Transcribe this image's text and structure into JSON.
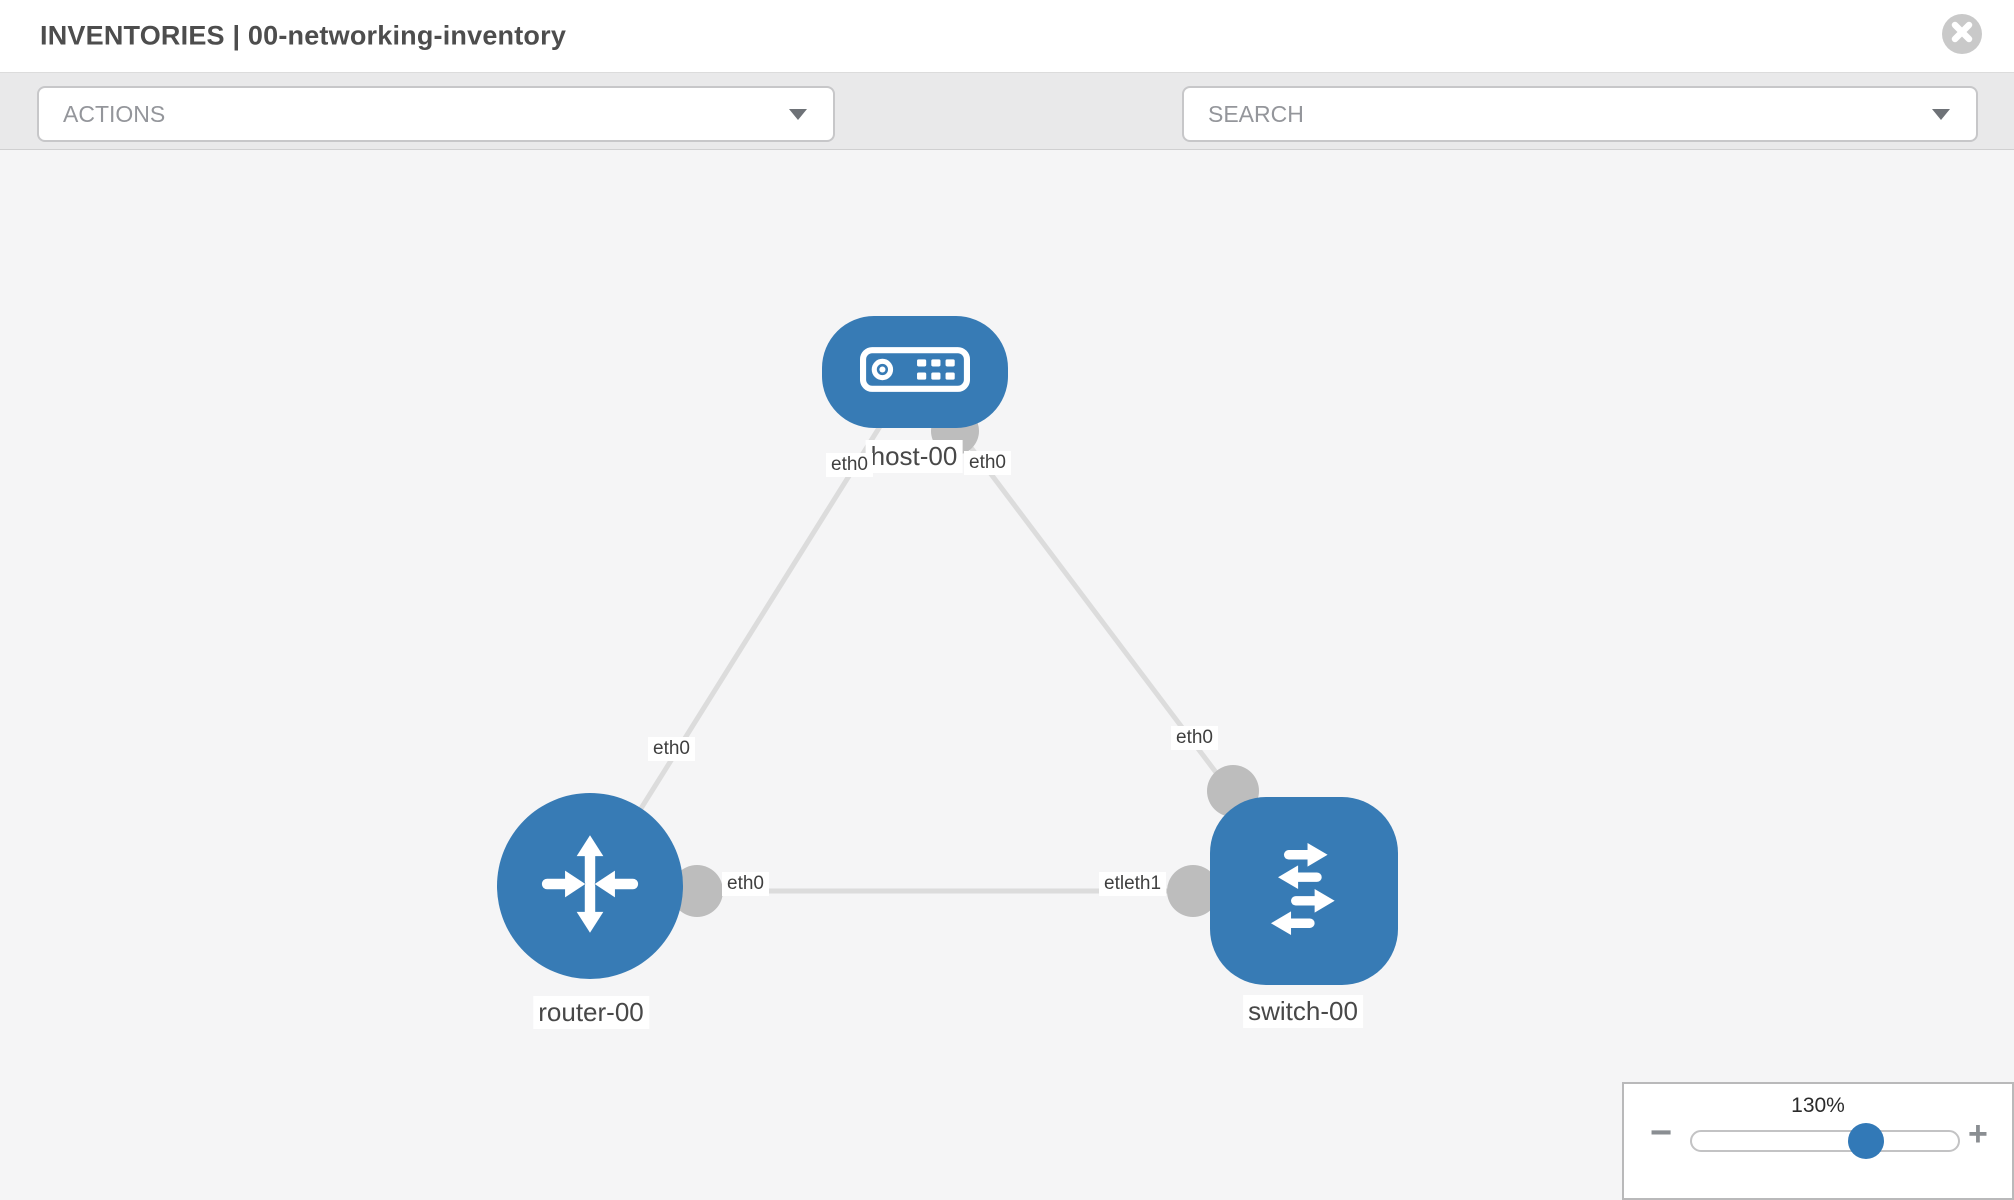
{
  "header": {
    "title": "INVENTORIES | 00-networking-inventory",
    "close_icon": "close-icon"
  },
  "toolbar": {
    "actions_label": "ACTIONS",
    "search_label": "SEARCH",
    "tool_icons": [
      "wrench-icon",
      "key-icon"
    ]
  },
  "topology": {
    "nodes": [
      {
        "label": "host-00",
        "type": "host"
      },
      {
        "label": "router-00",
        "type": "router"
      },
      {
        "label": "switch-00",
        "type": "switch"
      }
    ],
    "links": [
      {
        "from": "host-00",
        "to": "router-00"
      },
      {
        "from": "host-00",
        "to": "switch-00"
      },
      {
        "from": "router-00",
        "to": "switch-00"
      }
    ],
    "interface_labels": [
      {
        "text": "eth0",
        "position": "host-bottom-left"
      },
      {
        "text": "eth0",
        "position": "host-bottom-right"
      },
      {
        "text": "eth0",
        "position": "router-uplink"
      },
      {
        "text": "eth0",
        "position": "switch-uplink"
      },
      {
        "text": "eth0",
        "position": "router-right"
      },
      {
        "text": "etleth1",
        "position": "switch-left"
      }
    ]
  },
  "zoom_control": {
    "level": "130%",
    "minus_label": "−",
    "plus_label": "+"
  },
  "colors": {
    "node_blue": "#377bb5",
    "link_gray": "#dcdcdc",
    "connector_gray": "#bdbdbd",
    "toolbar_gray": "#e9e9ea",
    "canvas_gray": "#f5f5f6"
  }
}
